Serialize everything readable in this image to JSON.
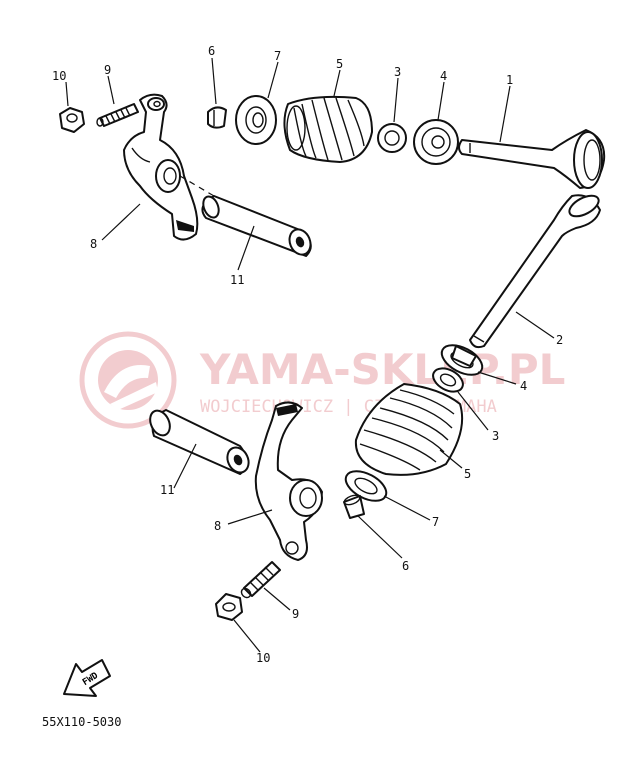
{
  "watermark": {
    "title": "YAMA-SKLEP.PL",
    "subtitle": "WOJCIECHOWICZ | CZĘŚCI YAMAHA",
    "color": "#e9a3a8"
  },
  "callouts": {
    "top": {
      "valve_exhaust": "1",
      "spring_seat": "3",
      "oil_seal": "4",
      "valve_spring": "5",
      "valve_cotter": "6",
      "spring_retainer": "7",
      "rocker_arm": "8",
      "adjusting_screw": "9",
      "lock_nut": "10",
      "rocker_shaft": "11"
    },
    "bottom": {
      "valve_intake": "2",
      "oil_seal": "4",
      "spring_seat": "3",
      "valve_spring": "5",
      "spring_retainer": "7",
      "valve_cotter": "6",
      "rocker_arm": "8",
      "adjusting_screw": "9",
      "lock_nut": "10",
      "rocker_shaft": "11"
    }
  },
  "fwd_label": "FWD",
  "diagram_code": "55X110-5030"
}
